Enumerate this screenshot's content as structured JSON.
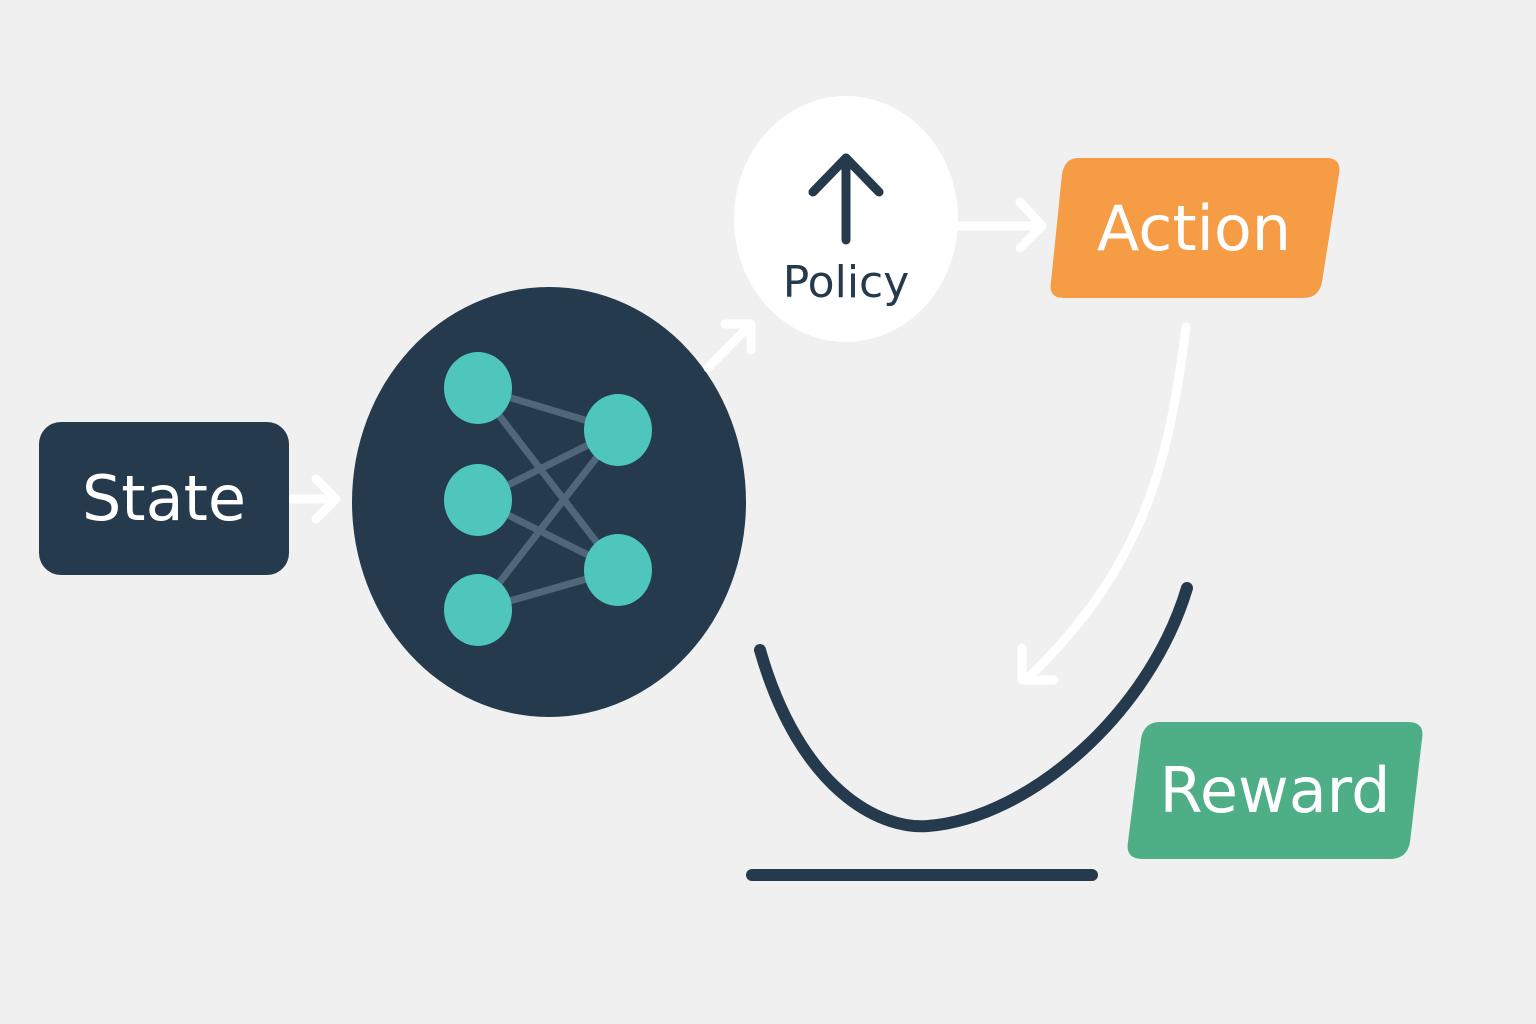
{
  "nodes": {
    "state": "State",
    "policy": "Policy",
    "action": "Action",
    "reward": "Reward"
  },
  "colors": {
    "background": "#f0f0f0",
    "dark": "#253b4d",
    "teal": "#4ec6bc",
    "edge": "#50677a",
    "action": "#f59c45",
    "reward": "#4eae85",
    "arrow": "#ffffff"
  },
  "icons": [
    "neural-network-icon",
    "up-arrow-icon",
    "curve-icon"
  ]
}
